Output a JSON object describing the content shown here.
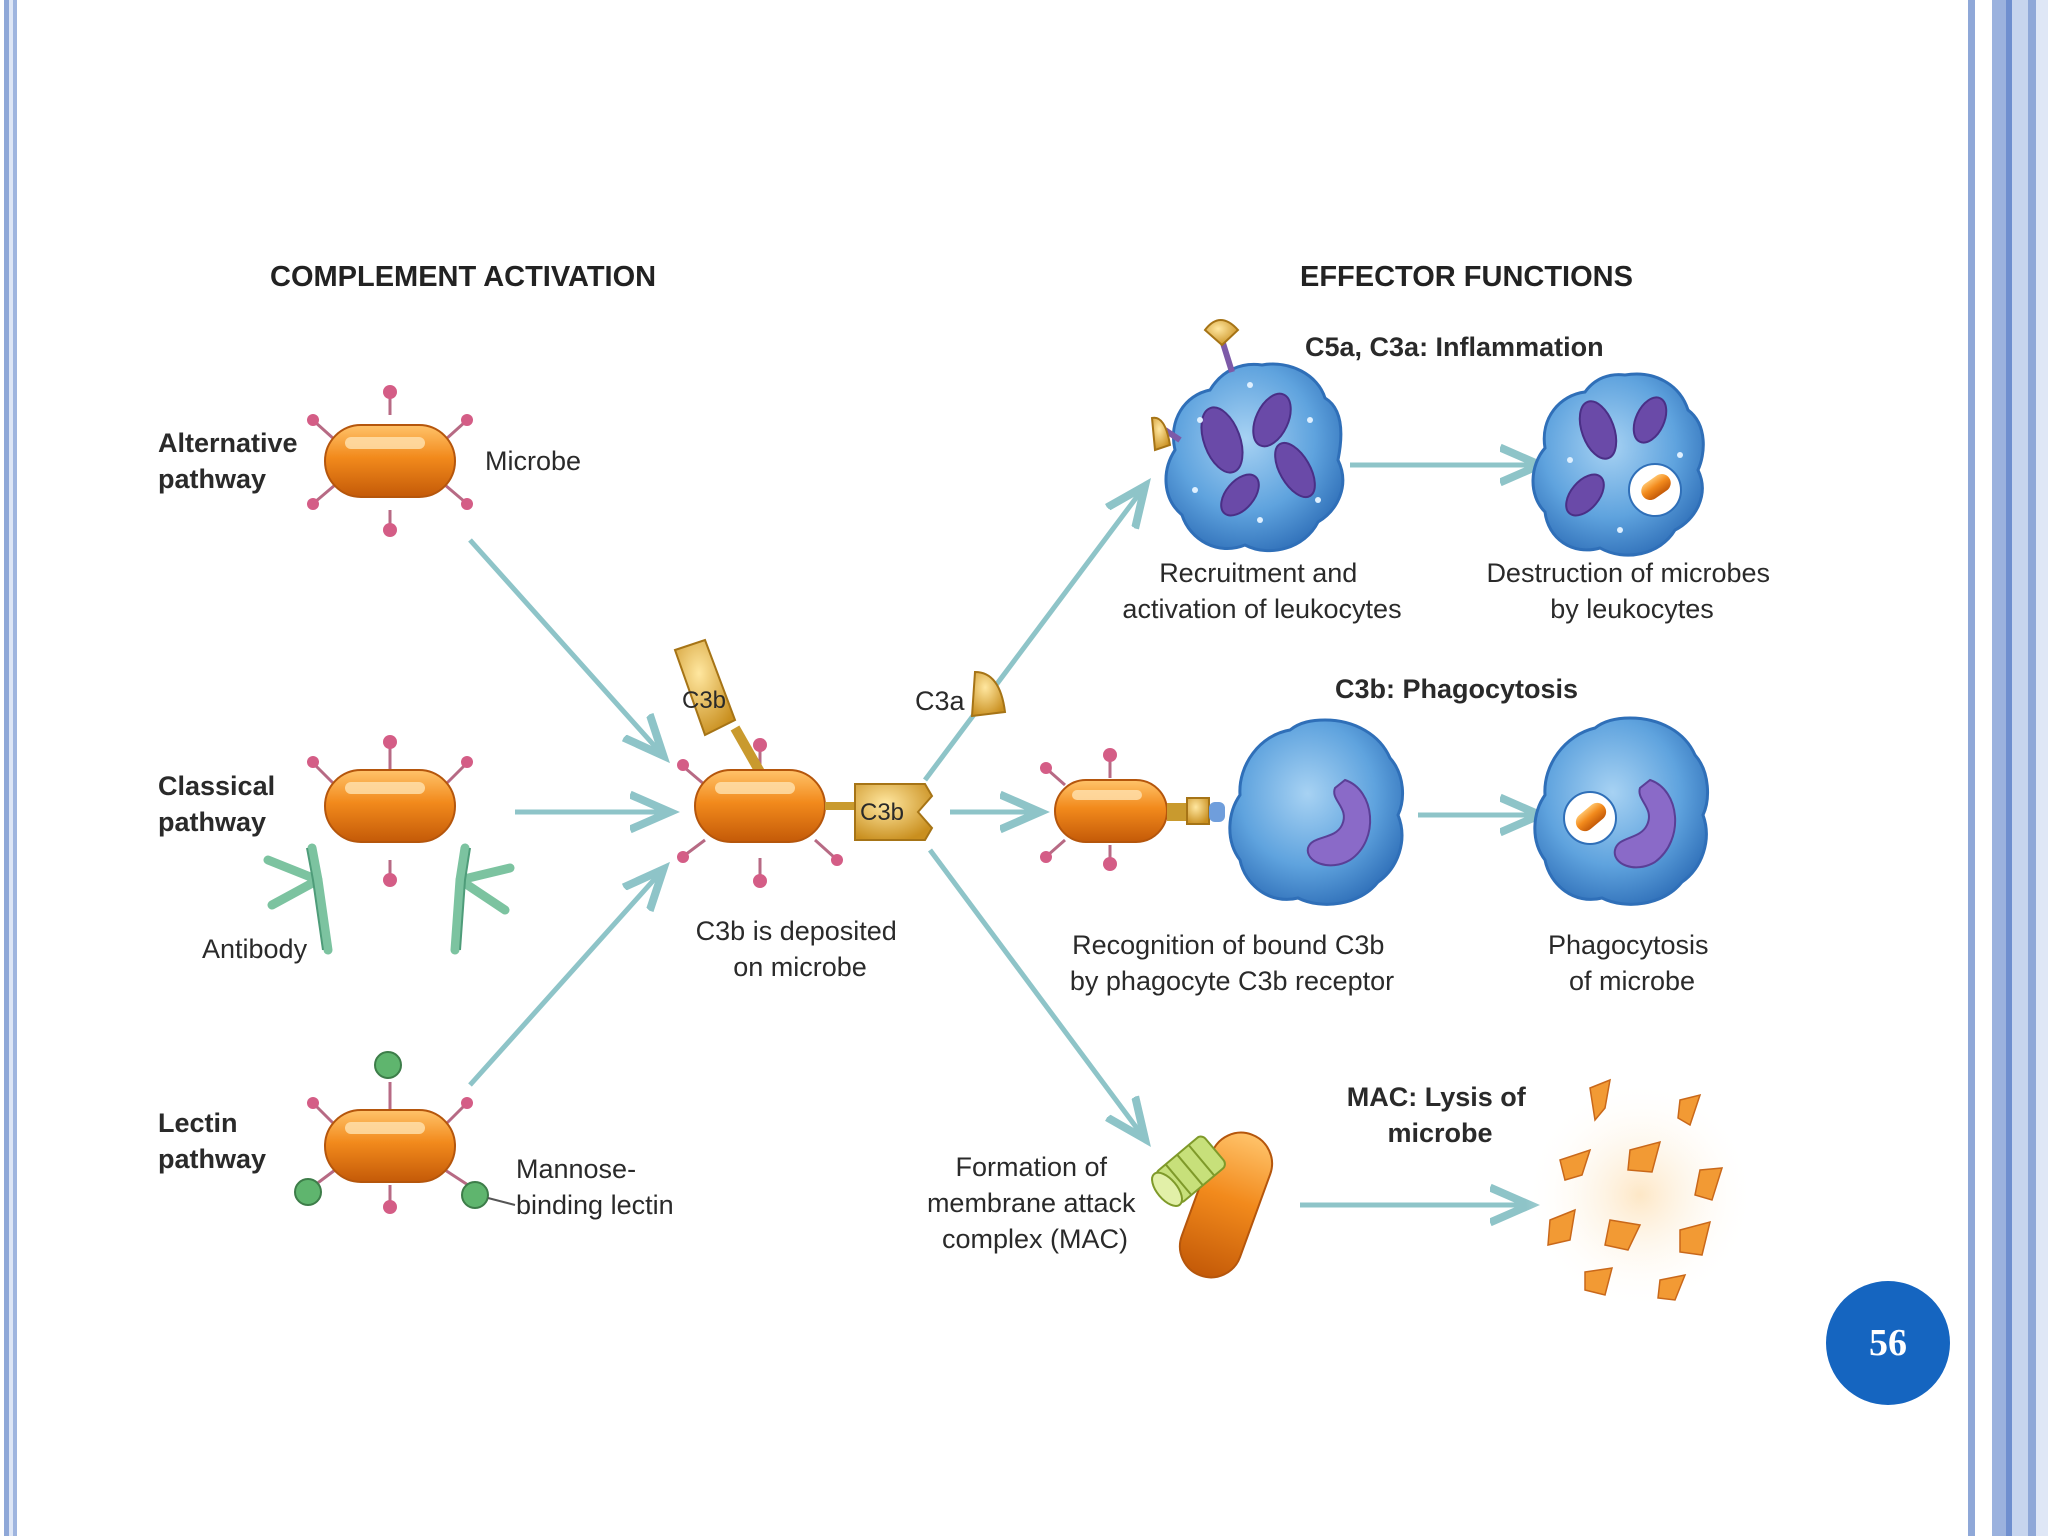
{
  "slide_number": "56",
  "headings": {
    "left": "COMPLEMENT ACTIVATION",
    "right": "EFFECTOR FUNCTIONS"
  },
  "pathways": {
    "alternative": [
      "Alternative",
      "pathway"
    ],
    "classical": [
      "Classical",
      "pathway"
    ],
    "lectin": [
      "Lectin",
      "pathway"
    ]
  },
  "labels": {
    "microbe": "Microbe",
    "antibody": "Antibody",
    "mannose": [
      "Mannose-",
      "binding lectin"
    ],
    "c3b_tag_top": "C3b",
    "c3b_tag_side": "C3b",
    "c3a": "C3a",
    "c3b_deposited": [
      "C3b is deposited",
      "on microbe"
    ],
    "inflammation_title": "C5a, C3a: Inflammation",
    "recruitment": [
      "Recruitment and",
      "activation of leukocytes"
    ],
    "destruction": [
      "Destruction of microbes",
      "by leukocytes"
    ],
    "phagocytosis_title": "C3b: Phagocytosis",
    "recognition": [
      "Recognition of bound C3b",
      "by phagocyte C3b receptor"
    ],
    "phagocytosis_of_microbe": [
      "Phagocytosis",
      "of microbe"
    ],
    "mac_title": [
      "MAC: Lysis of",
      "microbe"
    ],
    "mac_formation": [
      "Formation of",
      "membrane attack",
      "complex (MAC)"
    ]
  },
  "colors": {
    "microbe_orange": "#f08a1e",
    "arrow_teal": "#8ec4c8",
    "cell_blue": "#3f86cf",
    "nucleus_purple": "#6a4aa8",
    "c3b_gold": "#e8b84a",
    "antibody_green": "#7cc3a0",
    "page_badge": "#1565c0"
  }
}
